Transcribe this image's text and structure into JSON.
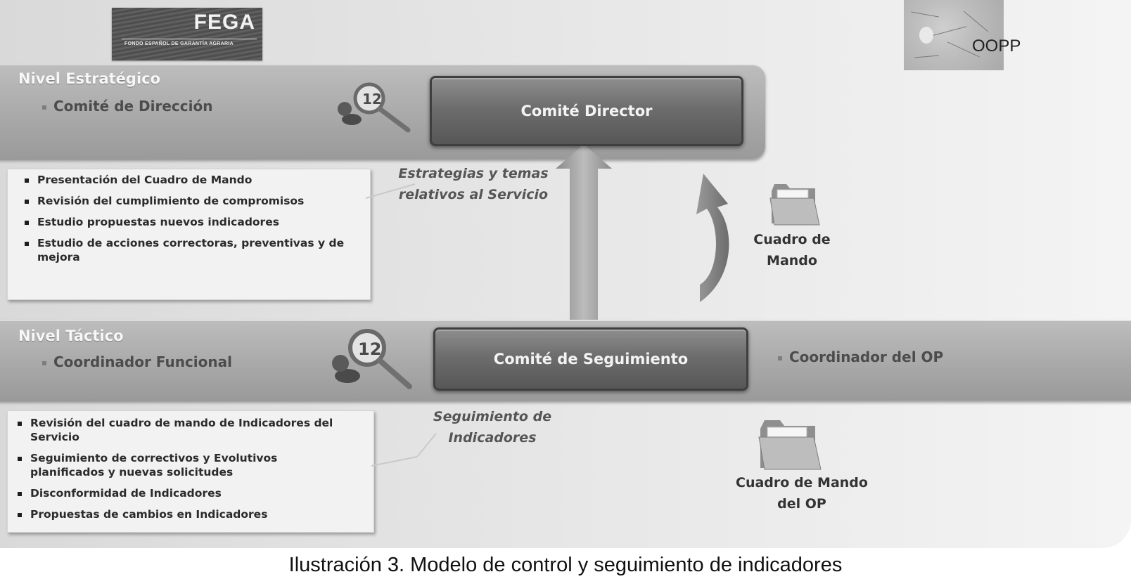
{
  "logo": {
    "title": "FEGA",
    "subtitle": "FONDO ESPAÑOL DE GARANTÍA AGRARIA"
  },
  "map_label": "OOPP",
  "strategic": {
    "title": "Nivel Estratégico",
    "subtitle": "Comité de Dirección",
    "committee": "Comité Director",
    "card_items": [
      "Presentación del Cuadro de Mando",
      "Revisión del cumplimiento de compromisos",
      "Estudio propuestas nuevos indicadores",
      "Estudio de acciones correctoras, preventivas y de mejora"
    ],
    "arrow_label": "Estrategias y temas relativos al Servicio",
    "folder_label": "Cuadro de Mando"
  },
  "tactical": {
    "title": "Nivel Táctico",
    "subtitle": "Coordinador Funcional",
    "committee": "Comité de Seguimiento",
    "right_item": "Coordinador del OP",
    "card_items": [
      "Revisión del cuadro de mando de Indicadores del Servicio",
      "Seguimiento de correctivos y Evolutivos planificados y nuevas solicitudes",
      "Disconformidad de Indicadores",
      "Propuestas de cambios en Indicadores"
    ],
    "followup_label": "Seguimiento de Indicadores",
    "folder_label": "Cuadro de Mando del OP"
  },
  "caption": "Ilustración 3. Modelo de control y seguimiento de indicadores"
}
